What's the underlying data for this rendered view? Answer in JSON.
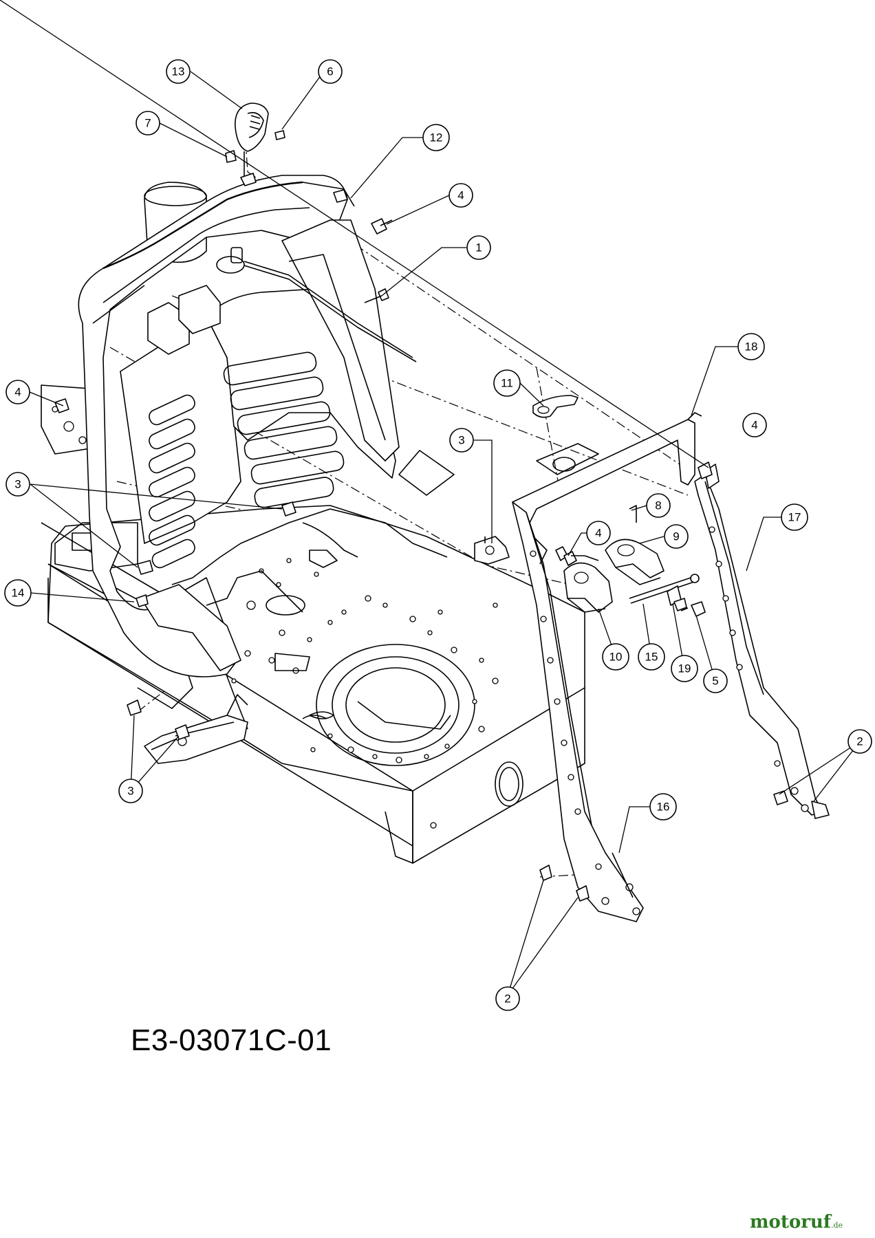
{
  "drawing_code": "E3-03071C-01",
  "watermark": {
    "brand": "motoruf",
    "tld": ".de"
  },
  "callouts": [
    {
      "id": "c13a",
      "label": "13"
    },
    {
      "id": "c6a",
      "label": "6"
    },
    {
      "id": "c7a",
      "label": "7"
    },
    {
      "id": "c12a",
      "label": "12"
    },
    {
      "id": "c4a",
      "label": "4"
    },
    {
      "id": "c1a",
      "label": "1"
    },
    {
      "id": "c18a",
      "label": "18"
    },
    {
      "id": "c11a",
      "label": "11"
    },
    {
      "id": "c4b",
      "label": "4"
    },
    {
      "id": "c4c",
      "label": "4"
    },
    {
      "id": "c3a",
      "label": "3"
    },
    {
      "id": "c3b",
      "label": "3"
    },
    {
      "id": "c17a",
      "label": "17"
    },
    {
      "id": "c8a",
      "label": "8"
    },
    {
      "id": "c4d",
      "label": "4"
    },
    {
      "id": "c9a",
      "label": "9"
    },
    {
      "id": "c14a",
      "label": "14"
    },
    {
      "id": "c10a",
      "label": "10"
    },
    {
      "id": "c15a",
      "label": "15"
    },
    {
      "id": "c19a",
      "label": "19"
    },
    {
      "id": "c5a",
      "label": "5"
    },
    {
      "id": "c2a",
      "label": "2"
    },
    {
      "id": "c3c",
      "label": "3"
    },
    {
      "id": "c16a",
      "label": "16"
    },
    {
      "id": "c2b",
      "label": "2"
    }
  ]
}
